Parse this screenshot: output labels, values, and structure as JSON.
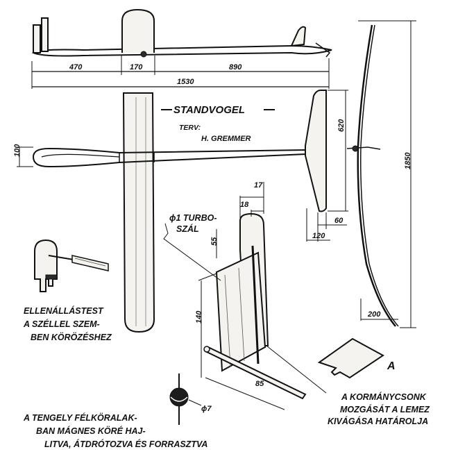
{
  "title": "STANDVOGEL",
  "design_label": "TERV:",
  "designer": "H. GREMMER",
  "dimensions": {
    "nose_to_wing": "470",
    "wing_chord": "170",
    "wing_to_tail": "890",
    "fuselage_length": "1530",
    "fuselage_height": "100",
    "stab_span": "620",
    "stab_tip": "60",
    "stab_root": "120",
    "wing_half_span": "1850",
    "dihedral": "200",
    "fin_width": "17",
    "fin_sub_width": "18",
    "fin_top": "55",
    "fin_height": "140",
    "axle_length": "85",
    "magnet_diameter": "ϕ7"
  },
  "notes": {
    "wire": [
      "ϕ1 TURBO-",
      "SZÁL"
    ],
    "resistance": [
      "ELLENÁLLÁSTEST",
      "A SZÉLLEL SZEM-",
      "BEN KÖRÖZÉSHEZ"
    ],
    "axle": [
      "A TENGELY FÉLKÖRALAK-",
      "BAN MÁGNES KÖRÉ HAJ-",
      "LITVA, ÁTDRÓTOZVA ÉS FORRASZTVA"
    ],
    "rudder": [
      "A KORMÁNYCSONK",
      "MOZGÁSÁT A LEMEZ",
      "KIVÁGÁSA HATÁROLJA"
    ],
    "part_a": "A"
  },
  "ink_color": "#111111",
  "paper_color": "#ffffff"
}
